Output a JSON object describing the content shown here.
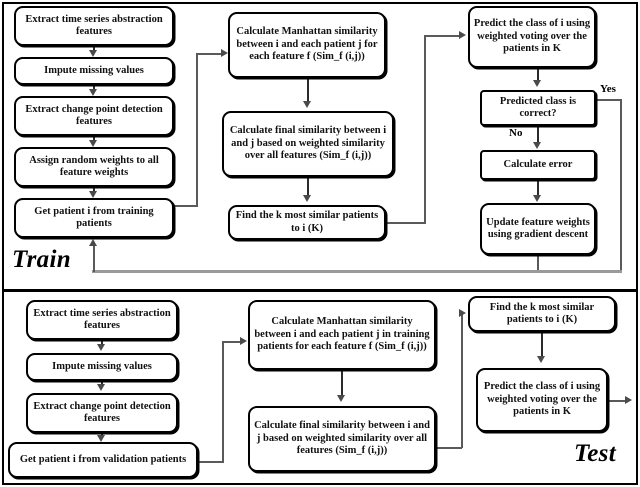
{
  "figure": {
    "type": "flowchart",
    "title": "Weighted KNN training and testing pipeline",
    "sections": [
      {
        "id": "train",
        "label": "Train"
      },
      {
        "id": "test",
        "label": "Test"
      }
    ]
  },
  "train": {
    "label": "Train",
    "nodes": [
      {
        "id": "t-extract-ts",
        "text": "Extract time series abstraction features"
      },
      {
        "id": "t-impute",
        "text": "Impute missing values"
      },
      {
        "id": "t-changepoint",
        "text": "Extract change point detection features"
      },
      {
        "id": "t-randweights",
        "text": "Assign random weights to all feature weights"
      },
      {
        "id": "t-getpatient",
        "text": "Get patient i from training patients"
      },
      {
        "id": "t-manhattan",
        "text": "Calculate Manhattan similarity between i and each patient j for each feature f (Sim_f (i,j))"
      },
      {
        "id": "t-finalsim",
        "text": "Calculate final similarity between i and j based on weighted similarity over all features (Sim_f (i,j))"
      },
      {
        "id": "t-knn",
        "text": "Find the k most similar patients to i (K)"
      },
      {
        "id": "t-predict",
        "text": "Predict the class of i using weighted voting over the patients in K"
      },
      {
        "id": "t-decision",
        "text": "Predicted class is correct?"
      },
      {
        "id": "t-error",
        "text": "Calculate error"
      },
      {
        "id": "t-update",
        "text": "Update feature weights using gradient descent"
      }
    ],
    "edge_labels": {
      "yes": "Yes",
      "no": "No"
    }
  },
  "test": {
    "label": "Test",
    "nodes": [
      {
        "id": "x-extract-ts",
        "text": "Extract time series abstraction features"
      },
      {
        "id": "x-impute",
        "text": "Impute missing values"
      },
      {
        "id": "x-changepoint",
        "text": "Extract change point detection features"
      },
      {
        "id": "x-getpatient",
        "text": "Get patient i from validation patients"
      },
      {
        "id": "x-manhattan",
        "text": "Calculate Manhattan similarity between i and each patient j in training patients for each feature f  (Sim_f (i,j))"
      },
      {
        "id": "x-finalsim",
        "text": "Calculate final similarity between i and j based on weighted similarity over all features (Sim_f (i,j))"
      },
      {
        "id": "x-knn",
        "text": "Find the k most similar patients to i (K)"
      },
      {
        "id": "x-predict",
        "text": "Predict the class of i using weighted voting over the patients in K"
      }
    ]
  },
  "colors": {
    "stroke": "#000000",
    "connector": "#5a5a5a",
    "background": "#ffffff",
    "text": "#111111"
  }
}
